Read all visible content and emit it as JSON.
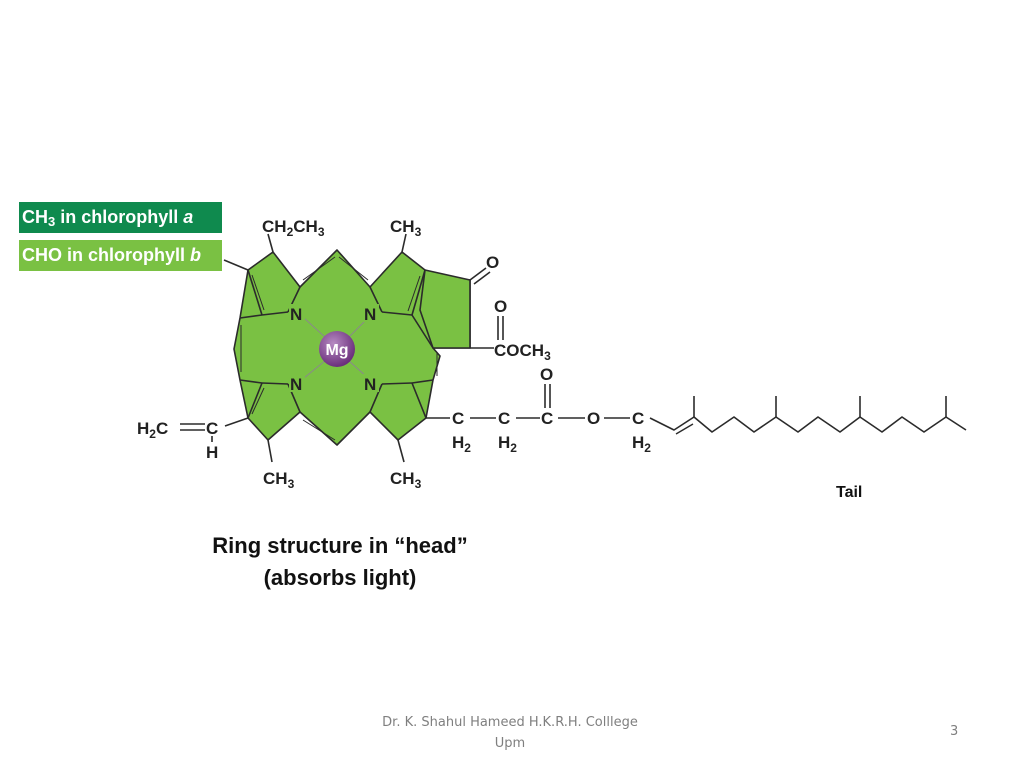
{
  "legend": {
    "chlorophyll_a": {
      "prefix": "CH",
      "sub": "3",
      "text": " in chlorophyll ",
      "italic": "a",
      "color": "#0f8a4e"
    },
    "chlorophyll_b": {
      "prefix": "CHO in chlorophyll ",
      "italic": "b",
      "color": "#7ac143"
    }
  },
  "molecule": {
    "ring_color": "#7ac143",
    "metal": "Mg",
    "metal_color": "#7b3f8a",
    "nitrogen": "N",
    "oxygen": "O",
    "carbon": "C",
    "hydrogen": "H",
    "ethyl": {
      "a": "CH",
      "b": "2",
      "c": "CH",
      "d": "3"
    },
    "methyl": {
      "a": "CH",
      "b": "3"
    },
    "ester": {
      "a": "COCH",
      "b": "3"
    },
    "vinyl": {
      "a": "H",
      "b": "2",
      "c": "C"
    },
    "methylene": {
      "a": "H",
      "b": "2"
    }
  },
  "labels": {
    "caption_line1": "Ring structure in “head”",
    "caption_line2": "(absorbs light)",
    "tail": "Tail"
  },
  "footer": {
    "author_line1": "Dr. K. Shahul Hameed H.K.R.H. Colllege",
    "author_line2": "Upm",
    "page_number": "3"
  }
}
